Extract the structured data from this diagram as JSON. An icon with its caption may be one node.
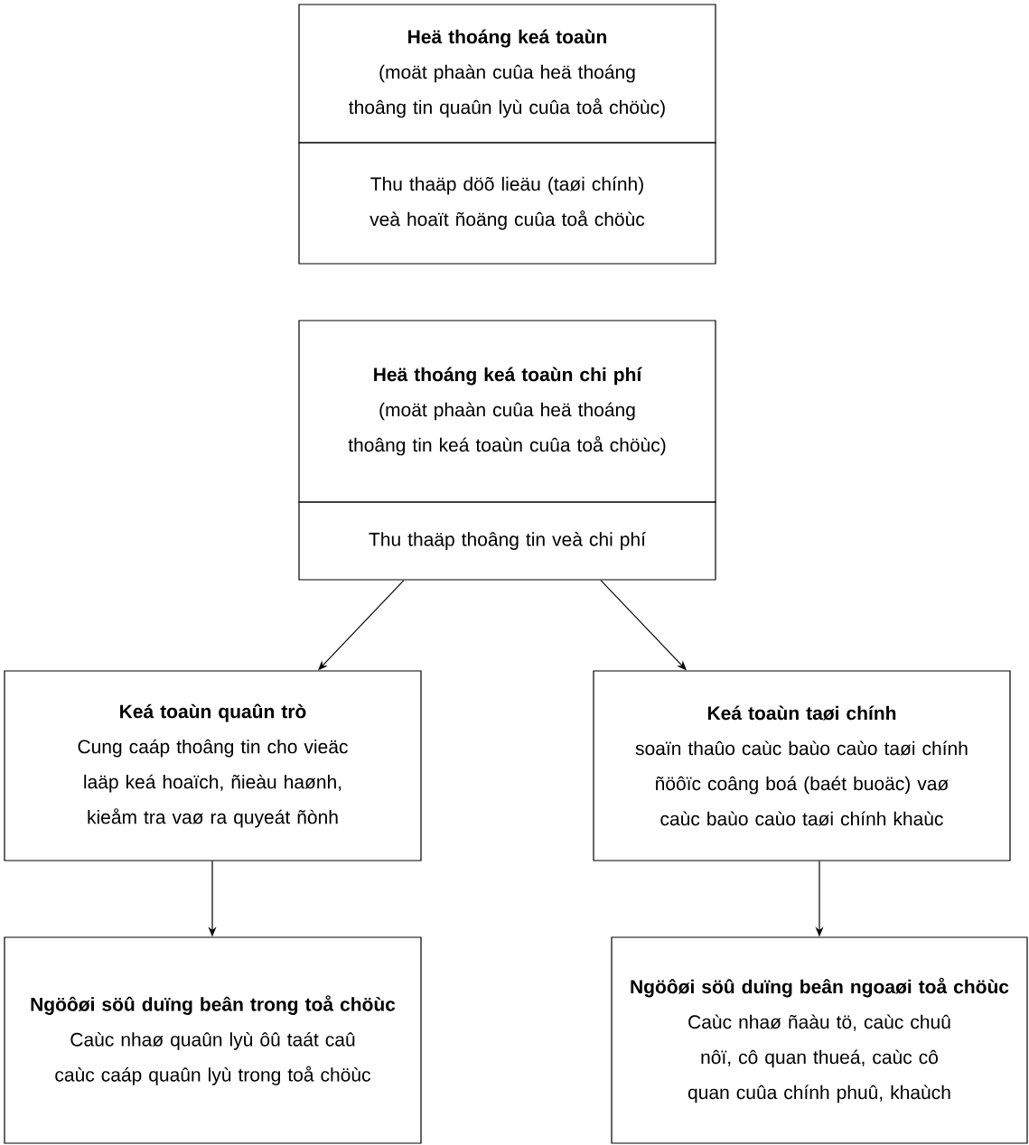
{
  "diagram": {
    "nodes": [
      {
        "text": [
          "Heä thoáng keá toaùn",
          "(moät phaàn cuûa heä thoáng thoâng tin quaûn lyù cuûa toå chöùc)"
        ]
      },
      {
        "text": [
          "Thu thaäp döõ lieäu (taøi chính) veà hoaït ñoäng cuûa toå chöùc"
        ]
      },
      {
        "text": [
          "Heä thoáng keá toaùn chi phí",
          "(moät phaàn cuûa heä thoáng thoâng tin keá toaùn cuûa toå chöùc)"
        ]
      },
      {
        "text": [
          "Thu thaäp thoâng tin veà chi phí"
        ]
      },
      {
        "text": [
          "Keá toaùn quaûn trò",
          "Cung caáp thoâng tin cho vieäc laäp keá hoaïch, ñieàu haønh, kieåm tra vaø ra quyeát ñònh"
        ]
      },
      {
        "text": [
          "Keá toaùn taøi chính",
          "soaïn thaûo caùc baùo caùo taøi chính  ñöôïc coâng boá (baét buoäc) vaø caùc baùo caùo taøi chính khaùc"
        ]
      },
      {
        "text": [
          "Ngöôøi söû duïng beân trong toå chöùc",
          "Caùc nhaø quaûn lyù ôû taát caû caùc caáp quaûn lyù trong toå chöùc"
        ]
      },
      {
        "text": [
          "Ngöôøi söû duïng beân ngoaøi toå chöùc",
          "Caùc nhaø ñaàu tö, caùc chuû nôï, cô quan thueá, caùc cô quan cuûa chính phuû, khaùch"
        ]
      }
    ],
    "edges": [
      {
        "from": 3,
        "to": 4,
        "arrow": "to"
      },
      {
        "from": 3,
        "to": 5,
        "arrow": "to"
      },
      {
        "from": 4,
        "to": 6,
        "arrow": "to"
      },
      {
        "from": 5,
        "to": 7,
        "arrow": "to"
      }
    ]
  }
}
